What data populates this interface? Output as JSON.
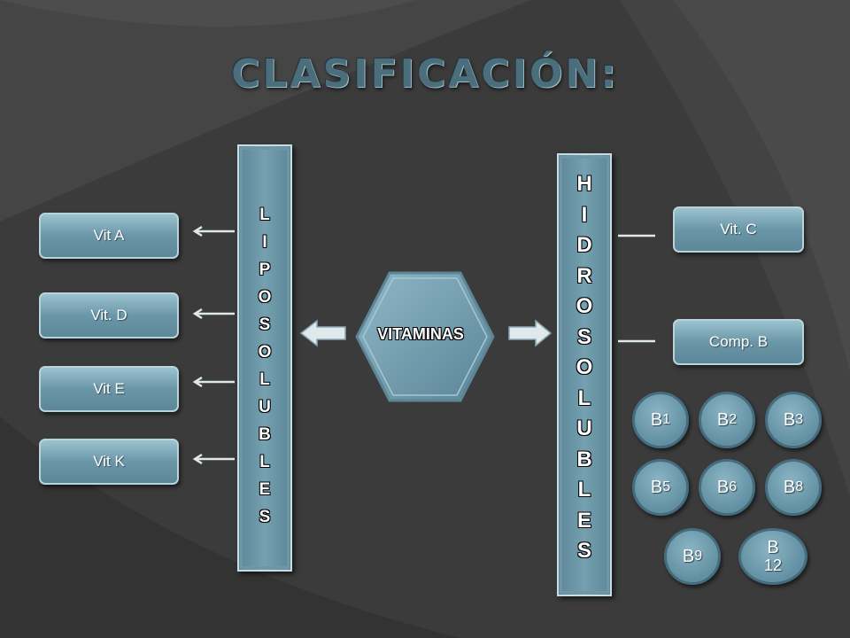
{
  "title": "CLASIFICACIÓN:",
  "center": "VITAMINAS",
  "liposolubles": {
    "letters": [
      "L",
      "I",
      "P",
      "O",
      "S",
      "O",
      "L",
      "U",
      "B",
      "L",
      "E",
      "S"
    ],
    "items": [
      "Vit  A",
      "Vit. D",
      "Vit E",
      "Vit K"
    ]
  },
  "hidrosolubles": {
    "letters": [
      "H",
      "I",
      "D",
      "R",
      "O",
      "S",
      "O",
      "L",
      "U",
      "B",
      "L",
      "E",
      "S"
    ],
    "items": [
      "Vit. C",
      "Comp. B"
    ]
  },
  "complejo_b": [
    {
      "base": "B",
      "sub": "1"
    },
    {
      "base": "B",
      "sub": "2"
    },
    {
      "base": "B",
      "sub": "3"
    },
    {
      "base": "B",
      "sub": "5"
    },
    {
      "base": "B",
      "sub": "6"
    },
    {
      "base": "B",
      "sub": "8"
    },
    {
      "base": "B",
      "sub": "9"
    },
    {
      "base": "B",
      "sub": "12"
    }
  ],
  "colors": {
    "background": "#3a3a3a",
    "accent": "#6a97a8",
    "title": "#4a6e7c"
  }
}
